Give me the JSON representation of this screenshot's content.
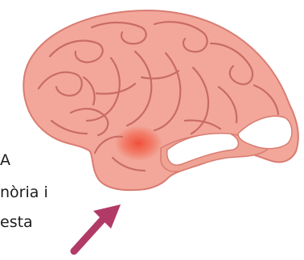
{
  "caption": {
    "line1": "A",
    "line2": "nòria i",
    "line3": "esta"
  },
  "colors": {
    "brain_fill": "#f2a79a",
    "brain_outline": "#d97c72",
    "gyri_lines": "#c96b65",
    "highlight": "#f26b55",
    "arrow": "#b23a67"
  },
  "icons": {
    "arrow": "arrow-up-right-icon"
  }
}
